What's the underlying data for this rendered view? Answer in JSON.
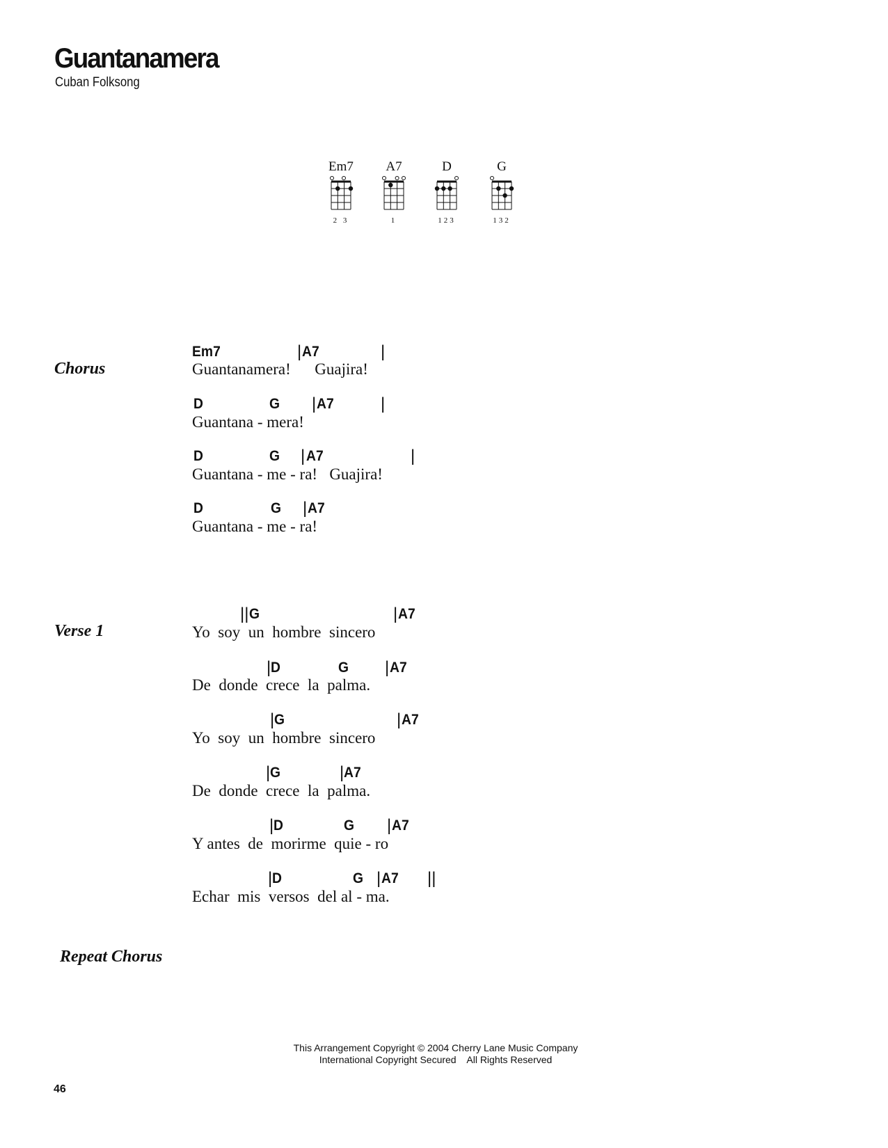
{
  "header": {
    "title": "Guantanamera",
    "composer": "Cuban Folksong"
  },
  "chord_diagrams": [
    {
      "name": "Em7",
      "fingering": "2 3"
    },
    {
      "name": "A7",
      "fingering": "1"
    },
    {
      "name": "D",
      "fingering": "123"
    },
    {
      "name": "G",
      "fingering": "132"
    }
  ],
  "sections": {
    "chorus_label": "Chorus",
    "verse1_label": "Verse 1",
    "repeat_label": "Repeat Chorus"
  },
  "chorus_lines": [
    {
      "chords": [
        "Em7",
        "A7"
      ],
      "bars": [
        "|",
        "|"
      ],
      "lyric": "Guantanamera!      Guajira!"
    },
    {
      "chords": [
        "D",
        "G",
        "A7"
      ],
      "bars": [
        "|",
        "|"
      ],
      "lyric": "Guantana - mera!"
    },
    {
      "chords": [
        "D",
        "G",
        "A7"
      ],
      "bars": [
        "|",
        "|"
      ],
      "lyric": "Guantana - me - ra!   Guajira!"
    },
    {
      "chords": [
        "D",
        "G",
        "A7"
      ],
      "bars": [
        "|"
      ],
      "lyric": "Guantana - me - ra!"
    }
  ],
  "verse_lines": [
    {
      "chords": [
        "G",
        "A7"
      ],
      "bars": [
        "||",
        "|"
      ],
      "lyric": "Yo  soy  un  hombre  sincero"
    },
    {
      "chords": [
        "D",
        "G",
        "A7"
      ],
      "bars": [
        "|",
        "|"
      ],
      "lyric": "De  donde  crece  la  palma."
    },
    {
      "chords": [
        "G",
        "A7"
      ],
      "bars": [
        "|",
        "|"
      ],
      "lyric": "Yo  soy  un  hombre  sincero"
    },
    {
      "chords": [
        "G",
        "A7"
      ],
      "bars": [
        "|",
        "|"
      ],
      "lyric": "De  donde  crece  la  palma."
    },
    {
      "chords": [
        "D",
        "G",
        "A7"
      ],
      "bars": [
        "|",
        "|"
      ],
      "lyric": "Y antes  de  morirme  quie - ro"
    },
    {
      "chords": [
        "D",
        "G",
        "A7"
      ],
      "bars": [
        "|",
        "|",
        "||"
      ],
      "lyric": "Echar  mis  versos  del al - ma."
    }
  ],
  "footer": {
    "copyright_line1": "This Arrangement Copyright © 2004 Cherry Lane Music Company",
    "copyright_line2": "International Copyright Secured    All Rights Reserved",
    "page_number": "46"
  }
}
